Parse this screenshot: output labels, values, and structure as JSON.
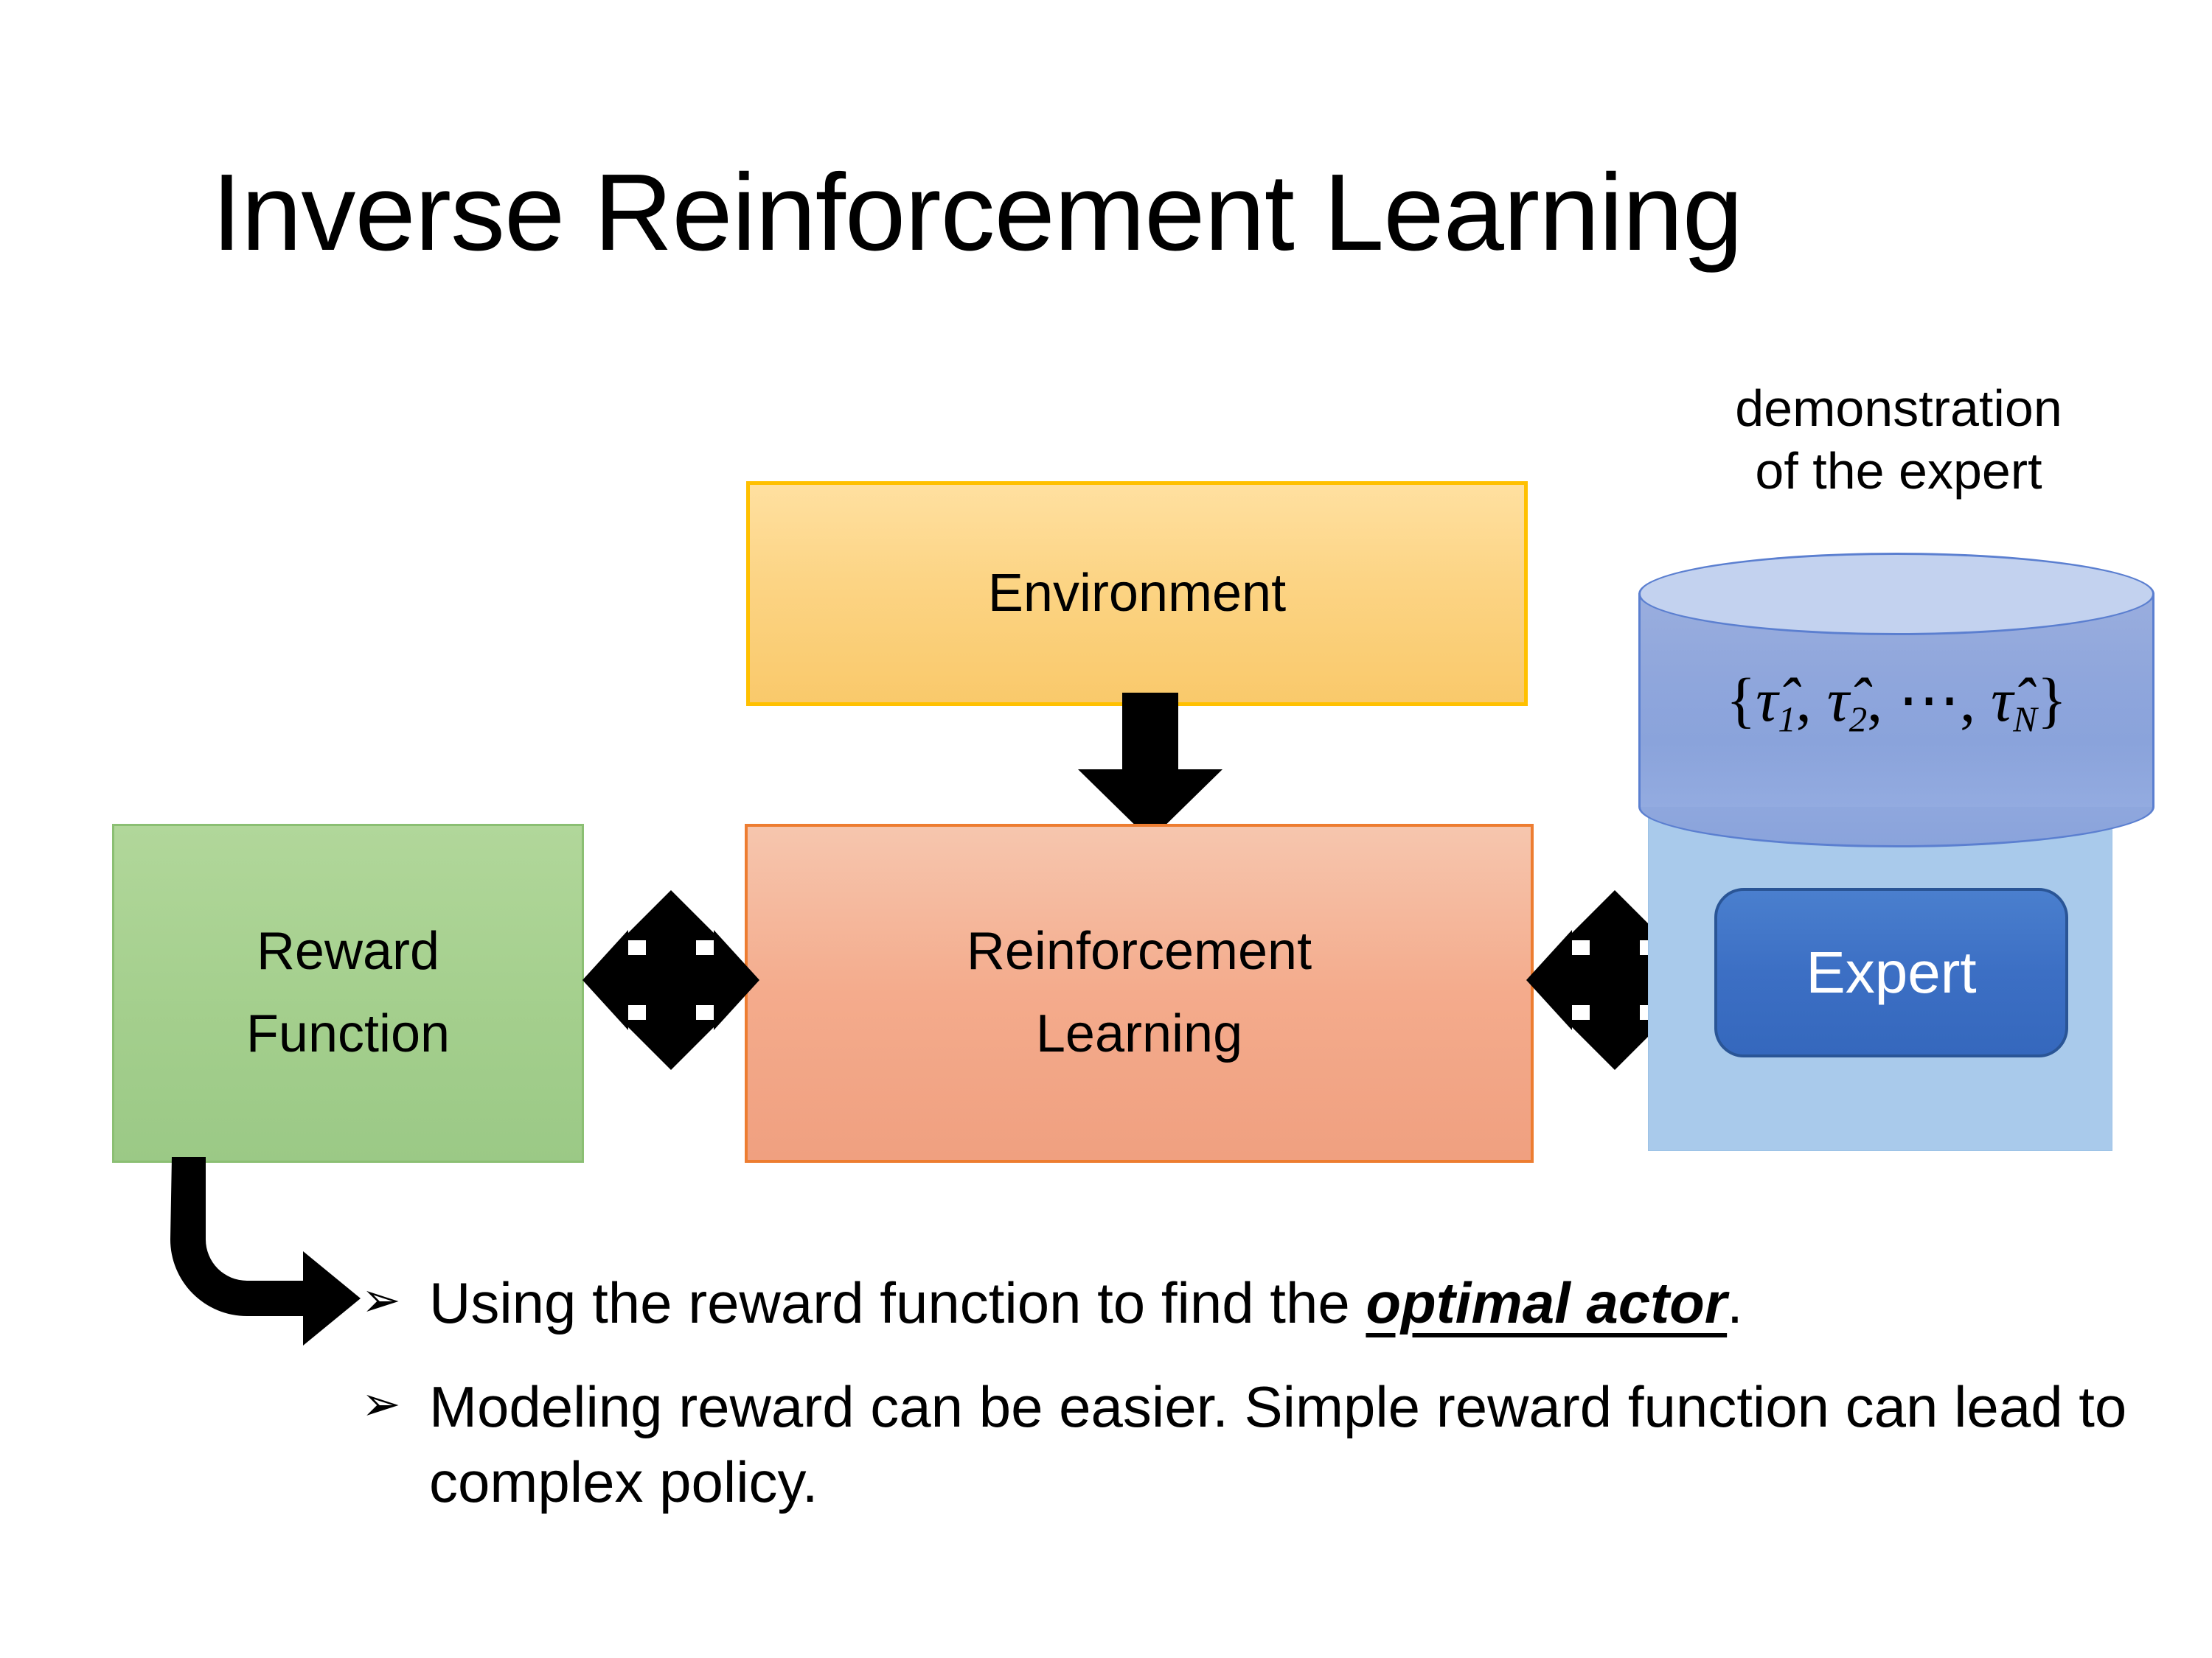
{
  "slide": {
    "title": "Inverse Reinforcement Learning",
    "background_color": "#FFFFFF"
  },
  "diagram": {
    "environment": {
      "label": "Environment",
      "fill_color": "#FCD484",
      "border_color": "#FFC000"
    },
    "reinforcement_learning": {
      "label_line1": "Reinforcement",
      "label_line2": "Learning",
      "fill_color": "#F4AB8C",
      "border_color": "#ED7D31"
    },
    "reward_function": {
      "label_line1": "Reward",
      "label_line2": "Function",
      "fill_color": "#A4CF8D",
      "border_color": "#8BBF73"
    },
    "expert_panel": {
      "fill_color": "#A9CAEB"
    },
    "expert": {
      "label": "Expert",
      "fill_color": "#3C6FC4",
      "border_color": "#2A5596",
      "text_color": "#FFFFFF"
    },
    "demonstration_cylinder": {
      "caption_line1": "demonstration",
      "caption_line2": "of the expert",
      "set_open": "{",
      "tau1": "τ̂",
      "tau1_sub": "1",
      "sep1": ",",
      "tau2": "τ̂",
      "tau2_sub": "2",
      "sep2": ",",
      "ellipsis": "⋯",
      "sep3": ",",
      "tauN": "τ̂",
      "tauN_sub": "N",
      "set_close": "}",
      "formula_plain": "{τ̂1, τ̂2, ⋯, τ̂N}",
      "fill_color": "#8FA6DC",
      "top_color": "#C3D2EF",
      "border_color": "#5B7FD0"
    },
    "arrows": {
      "environment_to_rl": "down-arrow",
      "reward_to_rl": "four-way-double-arrow",
      "rl_to_expert": "four-way-double-arrow",
      "reward_to_bullets": "elbow-arrow-down-right",
      "color": "#000000"
    }
  },
  "bullets": [
    {
      "marker": "➢",
      "text_before": "Using the reward function to find the ",
      "emphasis": "optimal actor",
      "text_after": "."
    },
    {
      "marker": "➢",
      "text_before": "Modeling reward can be easier. Simple reward function can lead to complex policy.",
      "emphasis": "",
      "text_after": ""
    }
  ]
}
